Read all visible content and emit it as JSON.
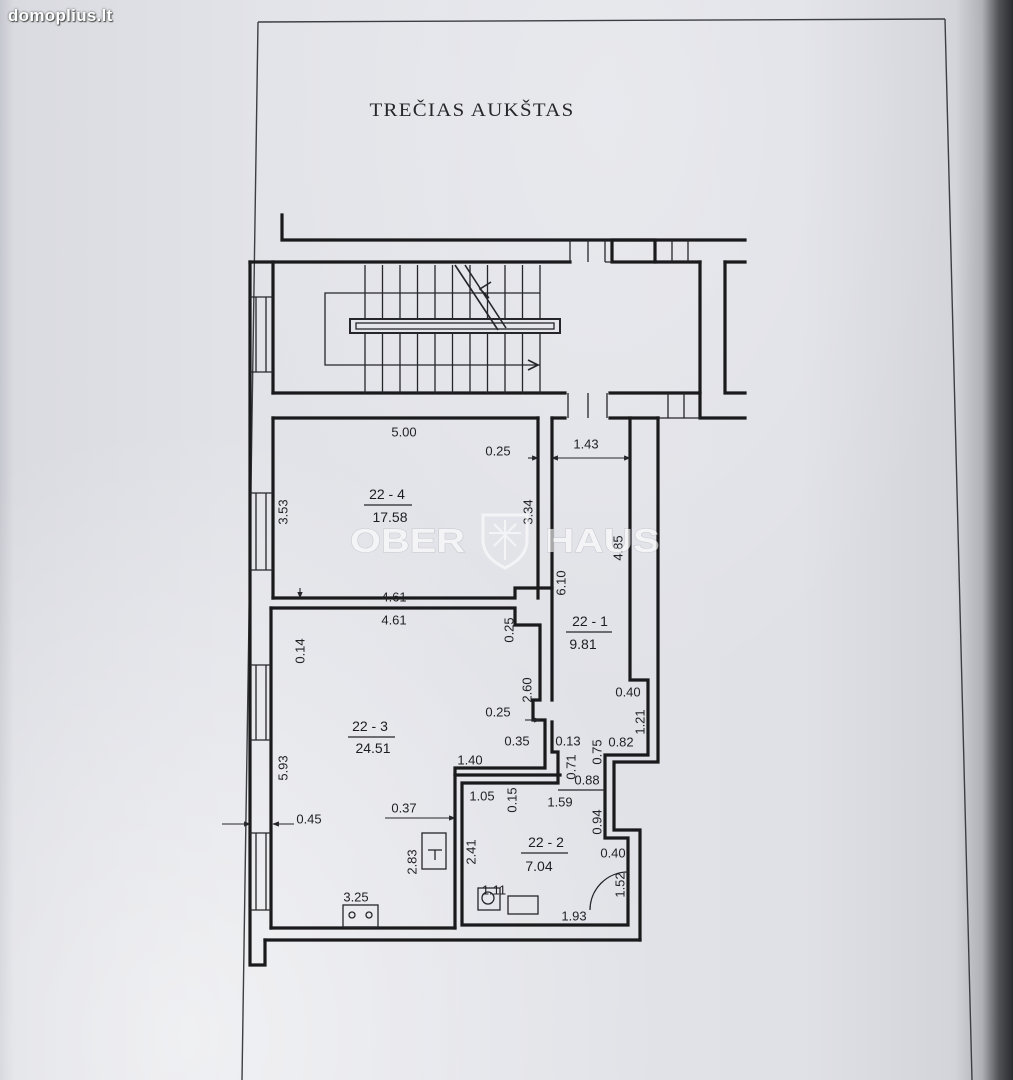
{
  "site_watermark": "domoplius.lt",
  "title": "TREČIAS AUKŠTAS",
  "brand_watermark": {
    "left": "OBER",
    "right": "HAUS"
  },
  "rooms": [
    {
      "number": "22 - 4",
      "area": "17.58"
    },
    {
      "number": "22 - 1",
      "area": "9.81"
    },
    {
      "number": "22 - 3",
      "area": "24.51"
    },
    {
      "number": "22 - 2",
      "area": "7.04"
    }
  ],
  "dimensions": [
    "5.00",
    "0.25",
    "1.43",
    "4.61",
    "4.61",
    "0.25",
    "0.35",
    "0.13",
    "0.82",
    "0.40",
    "1.40",
    "0.88",
    "1.59",
    "1.05",
    "0.37",
    "0.45",
    "0.40",
    "1.11",
    "1.93",
    "3.25",
    "3.53",
    "3.34",
    "4.85",
    "6.10",
    "0.14",
    "0.25",
    "2.60",
    "1.21",
    "0.71",
    "0.75",
    "0.15",
    "5.93",
    "2.83",
    "2.41",
    "0.94",
    "1.52"
  ],
  "colors": {
    "ink": "#1a1a1c",
    "paper": "#e2e3e8",
    "watermark": "#ffffff"
  }
}
